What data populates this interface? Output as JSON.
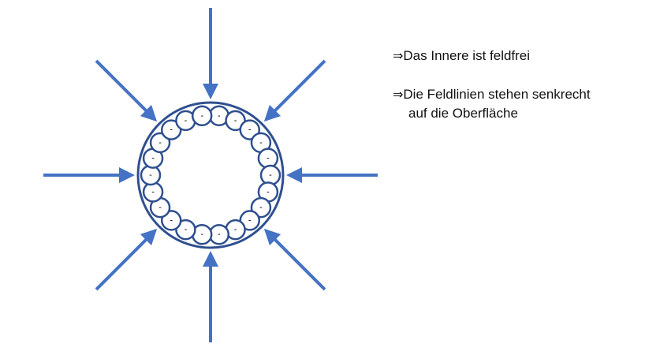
{
  "colors": {
    "field_line": "#4472c4",
    "sphere": "#2f4f8f",
    "text": "#111111"
  },
  "charge_symbol": "-",
  "charge_count": 22,
  "field_line_count": 8,
  "notes": [
    {
      "arrow": "⇒",
      "text": "Das Innere ist feldfrei"
    },
    {
      "arrow": "⇒",
      "text": "Die Feldlinien stehen senkrecht",
      "text2": "auf die Oberfläche"
    }
  ]
}
